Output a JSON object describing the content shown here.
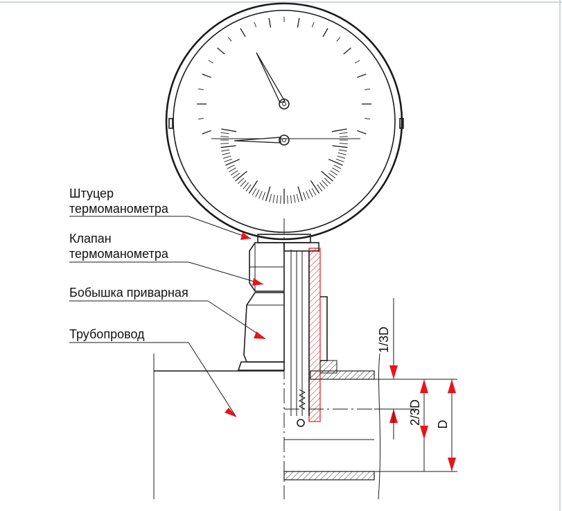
{
  "labels": {
    "fitting_line1": "Штуцер",
    "fitting_line2": "термоманометра",
    "valve_line1": "Клапан",
    "valve_line2": "термоманометра",
    "boss": "Бобышка приварная",
    "pipeline": "Трубопровод"
  },
  "dimensions": {
    "one_third": "1/3D",
    "two_thirds": "2/3D",
    "diameter": "D"
  },
  "colors": {
    "arrow": "#e8141c",
    "hatch": "#e8141c",
    "line": "#1a1a1a"
  }
}
